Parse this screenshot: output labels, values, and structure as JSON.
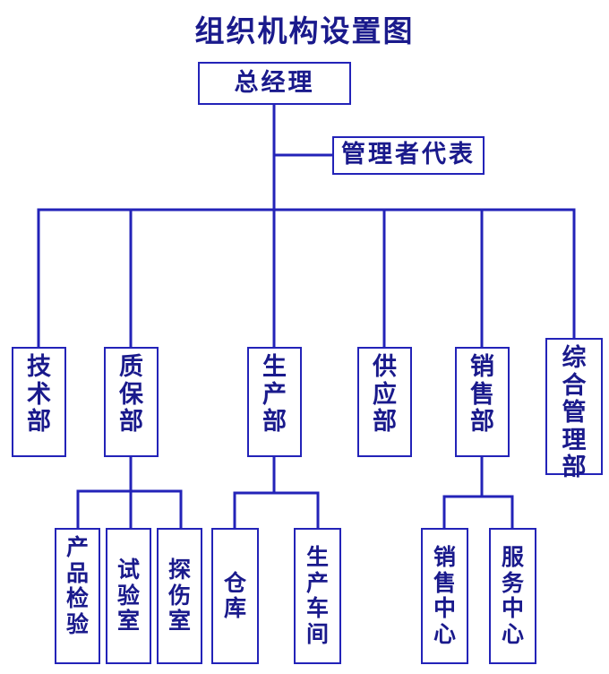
{
  "title": "组织机构设置图",
  "colors": {
    "text": "#1a1a8c",
    "line": "#2323b8",
    "background": "#ffffff"
  },
  "nodes": {
    "general_manager": "总经理",
    "management_rep": "管理者代表",
    "tech_dept": "技\n术\n部",
    "qa_dept": "质\n保\n部",
    "production_dept": "生\n产\n部",
    "supply_dept": "供\n应\n部",
    "sales_dept": "销\n售\n部",
    "admin_dept": "综\n合\n管\n理\n部",
    "product_inspection": "产\n品\n检\n验",
    "laboratory": "试\n验\n室",
    "flaw_detection": "探\n伤\n室",
    "warehouse": "仓\n库",
    "workshop": "生\n产\n车\n间",
    "sales_center": "销\n售\n中\n心",
    "service_center": "服\n务\n中\n心"
  },
  "hierarchy": {
    "root": "总经理",
    "staff": [
      "管理者代表"
    ],
    "level2": [
      "技术部",
      "质保部",
      "生产部",
      "供应部",
      "销售部",
      "综合管理部"
    ],
    "level3": {
      "质保部": [
        "产品检验",
        "试验室",
        "探伤室"
      ],
      "生产部": [
        "仓库",
        "生产车间"
      ],
      "销售部": [
        "销售中心",
        "服务中心"
      ]
    }
  }
}
